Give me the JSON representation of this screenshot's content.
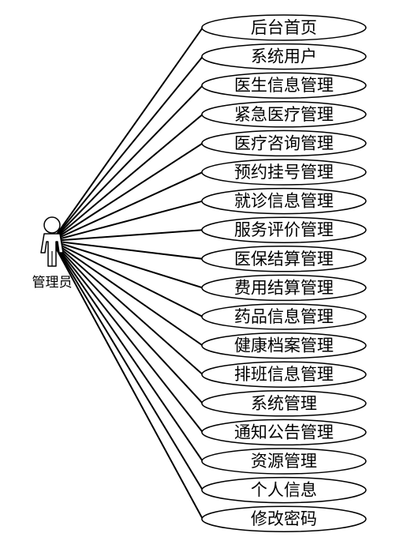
{
  "actor": {
    "label": "管理员",
    "icon": "person-icon"
  },
  "use_cases": [
    {
      "label": "后台首页"
    },
    {
      "label": "系统用户"
    },
    {
      "label": "医生信息管理"
    },
    {
      "label": "紧急医疗管理"
    },
    {
      "label": "医疗咨询管理"
    },
    {
      "label": "预约挂号管理"
    },
    {
      "label": "就诊信息管理"
    },
    {
      "label": "服务评价管理"
    },
    {
      "label": "医保结算管理"
    },
    {
      "label": "费用结算管理"
    },
    {
      "label": "药品信息管理"
    },
    {
      "label": "健康档案管理"
    },
    {
      "label": "排班信息管理"
    },
    {
      "label": "系统管理"
    },
    {
      "label": "通知公告管理"
    },
    {
      "label": "资源管理"
    },
    {
      "label": "个人信息"
    },
    {
      "label": "修改密码"
    }
  ],
  "colors": {
    "line": "#000000",
    "actor_fill": "#ffffff",
    "ellipse_fill": "#ffffff"
  }
}
